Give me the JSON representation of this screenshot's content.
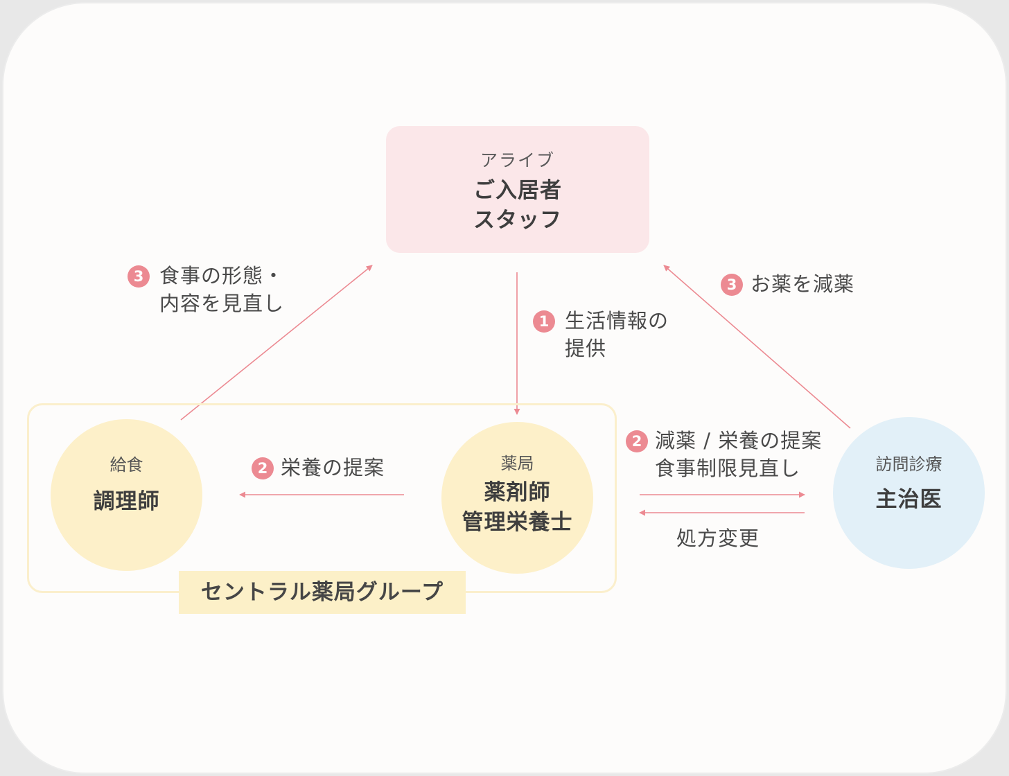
{
  "colors": {
    "arrow": "#ec8a92",
    "badge": "#ec8a92",
    "top_box": "#fbe7e9",
    "pharmacy_nodes": "#fdf0c9",
    "doctor_node": "#e2f0f8",
    "group_frame": "#fbefcc"
  },
  "nodes": {
    "residents": {
      "sub": "アライブ",
      "line1": "ご入居者",
      "line2": "スタッフ"
    },
    "cook": {
      "sub": "給食",
      "main": "調理師"
    },
    "pharmacy": {
      "sub": "薬局",
      "line1": "薬剤師",
      "line2": "管理栄養士"
    },
    "doctor": {
      "sub": "訪問診療",
      "main": "主治医"
    }
  },
  "group": {
    "label": "セントラル薬局グループ"
  },
  "flows": {
    "info": {
      "badge": "1",
      "line1": "生活情報の",
      "line2": "提供"
    },
    "nutrition_to_cook": {
      "badge": "2",
      "text": "栄養の提案"
    },
    "to_doctor": {
      "badge": "2",
      "line1": "減薬 / 栄養の提案",
      "line2": "食事制限見直し"
    },
    "from_doctor": {
      "text": "処方変更"
    },
    "meal_review": {
      "badge": "3",
      "line1": "食事の形態・",
      "line2": "内容を見直し"
    },
    "reduce_meds": {
      "badge": "3",
      "text": "お薬を減薬"
    }
  }
}
